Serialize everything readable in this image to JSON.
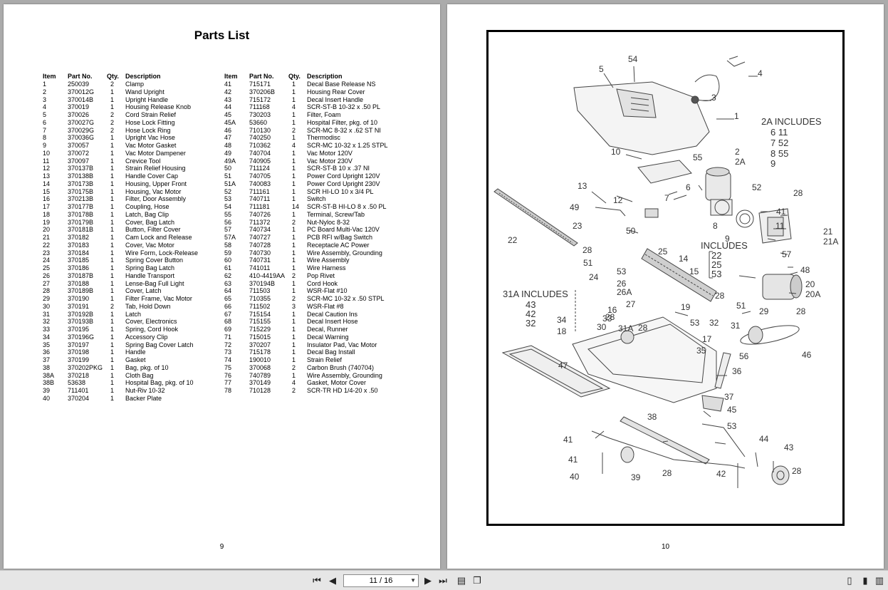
{
  "left_page": {
    "title": "Parts List",
    "page_number": "9",
    "headers": {
      "item": "Item",
      "part": "Part No.",
      "qty": "Qty.",
      "desc": "Description"
    },
    "col_a": [
      [
        "1",
        "250039",
        "2",
        "Clamp"
      ],
      [
        "2",
        "370012G",
        "1",
        "Wand Upright"
      ],
      [
        "3",
        "370014B",
        "1",
        "Upright Handle"
      ],
      [
        "4",
        "370019",
        "1",
        "Housing Release Knob"
      ],
      [
        "5",
        "370026",
        "2",
        "Cord Strain Relief"
      ],
      [
        "6",
        "370027G",
        "2",
        "Hose Lock Fitting"
      ],
      [
        "7",
        "370029G",
        "2",
        "Hose Lock Ring"
      ],
      [
        "8",
        "370036G",
        "1",
        "Upright Vac Hose"
      ],
      [
        "9",
        "370057",
        "1",
        "Vac Motor Gasket"
      ],
      [
        "10",
        "370072",
        "1",
        "Vac Motor Dampener"
      ],
      [
        "11",
        "370097",
        "1",
        "Crevice Tool"
      ],
      [
        "12",
        "370137B",
        "1",
        "Strain Relief Housing"
      ],
      [
        "13",
        "370138B",
        "1",
        "Handle Cover Cap"
      ],
      [
        "14",
        "370173B",
        "1",
        "Housing, Upper Front"
      ],
      [
        "15",
        "370175B",
        "1",
        "Housing, Vac Motor"
      ],
      [
        "16",
        "370213B",
        "1",
        "Filter, Door Assembly"
      ],
      [
        "17",
        "370177B",
        "1",
        "Coupling, Hose"
      ],
      [
        "18",
        "370178B",
        "1",
        "Latch, Bag Clip"
      ],
      [
        "19",
        "370179B",
        "1",
        "Cover, Bag Latch"
      ],
      [
        "20",
        "370181B",
        "1",
        "Button, Filter Cover"
      ],
      [
        "21",
        "370182",
        "1",
        "Cam Lock and Release"
      ],
      [
        "22",
        "370183",
        "1",
        "Cover, Vac Motor"
      ],
      [
        "23",
        "370184",
        "1",
        "Wire Form, Lock-Release"
      ],
      [
        "24",
        "370185",
        "1",
        "Spring Cover Button"
      ],
      [
        "25",
        "370186",
        "1",
        "Spring Bag Latch"
      ],
      [
        "26",
        "370187B",
        "1",
        "Handle Transport"
      ],
      [
        "27",
        "370188",
        "1",
        "Lense-Bag Full Light"
      ],
      [
        "28",
        "370189B",
        "1",
        "Cover, Latch"
      ],
      [
        "29",
        "370190",
        "1",
        "Filter Frame, Vac Motor"
      ],
      [
        "30",
        "370191",
        "2",
        "Tab, Hold Down"
      ],
      [
        "31",
        "370192B",
        "1",
        "Latch"
      ],
      [
        "32",
        "370193B",
        "1",
        "Cover, Electronics"
      ],
      [
        "33",
        "370195",
        "1",
        "Spring, Cord Hook"
      ],
      [
        "34",
        "370196G",
        "1",
        "Accessory Clip"
      ],
      [
        "35",
        "370197",
        "1",
        "Spring Bag Cover Latch"
      ],
      [
        "36",
        "370198",
        "1",
        "Handle"
      ],
      [
        "37",
        "370199",
        "1",
        "Gasket"
      ],
      [
        "38",
        "370202PKG",
        "1",
        "Bag, pkg. of 10"
      ],
      [
        "38A",
        "370218",
        "1",
        "Cloth Bag"
      ],
      [
        "38B",
        "53638",
        "1",
        "Hospital Bag, pkg. of 10"
      ],
      [
        "39",
        "711401",
        "1",
        "Nut-Riv 10-32"
      ],
      [
        "40",
        "370204",
        "1",
        "Backer Plate"
      ]
    ],
    "col_b": [
      [
        "41",
        "715171",
        "1",
        "Decal Base Release NS"
      ],
      [
        "42",
        "370206B",
        "1",
        "Housing Rear Cover"
      ],
      [
        "43",
        "715172",
        "1",
        "Decal Insert Handle"
      ],
      [
        "44",
        "711168",
        "4",
        "SCR-ST-B 10-32 x .50 PL"
      ],
      [
        "45",
        "730203",
        "1",
        "Filter, Foam"
      ],
      [
        "45A",
        "53660",
        "1",
        "Hospital Filter, pkg. of 10"
      ],
      [
        "46",
        "710130",
        "2",
        "SCR-MC 8-32 x .62 ST NI"
      ],
      [
        "47",
        "740250",
        "1",
        "Thermodisc"
      ],
      [
        "48",
        "710362",
        "4",
        "SCR-MC 10-32 x 1.25 STPL"
      ],
      [
        "49",
        "740704",
        "1",
        "Vac Motor 120V"
      ],
      [
        "49A",
        "740905",
        "1",
        "Vac Motor 230V"
      ],
      [
        "50",
        "711124",
        "1",
        "SCR-ST-B 10 x .37 NI"
      ],
      [
        "51",
        "740705",
        "1",
        "Power Cord Upright 120V"
      ],
      [
        "51A",
        "740083",
        "1",
        "Power Cord Upright 230V"
      ],
      [
        "52",
        "711161",
        "1",
        "SCR HI-LO 10 x 3/4 PL"
      ],
      [
        "53",
        "740711",
        "1",
        "Switch"
      ],
      [
        "54",
        "711181",
        "14",
        "SCR-ST-B HI-LO 8 x .50 PL"
      ],
      [
        "55",
        "740726",
        "1",
        "Terminal, Screw/Tab"
      ],
      [
        "56",
        "711372",
        "2",
        "Nut-Nyloc 8-32"
      ],
      [
        "57",
        "740734",
        "1",
        "PC Board Multi-Vac 120V"
      ],
      [
        "57A",
        "740727",
        "1",
        "PCB RFI w/Bag Switch"
      ],
      [
        "58",
        "740728",
        "1",
        "Receptacle AC Power"
      ],
      [
        "59",
        "740730",
        "1",
        "Wire Assembly, Grounding"
      ],
      [
        "60",
        "740731",
        "1",
        "Wire Assembly"
      ],
      [
        "61",
        "741011",
        "1",
        "Wire Harness"
      ],
      [
        "62",
        "410-4419AA",
        "2",
        "Pop Rivet"
      ],
      [
        "63",
        "370194B",
        "1",
        "Cord Hook"
      ],
      [
        "64",
        "711503",
        "1",
        "WSR-Flat #10"
      ],
      [
        "65",
        "710355",
        "2",
        "SCR-MC 10-32 x .50 STPL"
      ],
      [
        "66",
        "711502",
        "3",
        "WSR-Flat #8"
      ],
      [
        "67",
        "715154",
        "1",
        "Decal Caution Ins"
      ],
      [
        "68",
        "715155",
        "1",
        "Decal Insert Hose"
      ],
      [
        "69",
        "715229",
        "1",
        "Decal, Runner"
      ],
      [
        "71",
        "715015",
        "1",
        "Decal Warning"
      ],
      [
        "72",
        "370207",
        "1",
        "Insulator Pad, Vac Motor"
      ],
      [
        "73",
        "715178",
        "1",
        "Decal Bag Install"
      ],
      [
        "74",
        "190010",
        "1",
        "Strain Relief"
      ],
      [
        "75",
        "370068",
        "2",
        "Carbon Brush (740704)"
      ],
      [
        "76",
        "740789",
        "1",
        "Wire Assembly, Grounding"
      ],
      [
        "77",
        "370149",
        "4",
        "Gasket, Motor Cover"
      ],
      [
        "78",
        "710128",
        "2",
        "SCR-TR HD 1/4-20 x .50"
      ]
    ]
  },
  "right_page": {
    "page_number": "10",
    "callouts": [
      "54",
      "5",
      "4",
      "3",
      "1",
      "10",
      "55",
      "2",
      "2A",
      "13",
      "7",
      "6",
      "52",
      "28",
      "12",
      "49",
      "41",
      "11",
      "21",
      "21A",
      "22",
      "23",
      "50",
      "8",
      "9",
      "28",
      "51",
      "25",
      "14",
      "57",
      "48",
      "24",
      "53",
      "15",
      "26",
      "26A",
      "20",
      "20A",
      "28",
      "27",
      "51",
      "16",
      "19",
      "29",
      "28",
      "28",
      "33",
      "53",
      "30",
      "32",
      "31",
      "31A",
      "28",
      "34",
      "18",
      "17",
      "35",
      "46",
      "56",
      "36",
      "47",
      "37",
      "45",
      "38",
      "53",
      "41",
      "44",
      "43",
      "41",
      "39",
      "28",
      "42",
      "28",
      "40"
    ],
    "includes": {
      "a": {
        "title": "2A  INCLUDES",
        "items": [
          "6  11",
          "7  52",
          "8  55",
          "9"
        ]
      },
      "b": {
        "title": "INCLUDES",
        "items": [
          "22",
          "25",
          "53"
        ]
      },
      "c": {
        "title": "31A  INCLUDES",
        "items": [
          "43",
          "42",
          "32"
        ]
      }
    }
  },
  "toolbar": {
    "page_indicator": "11 / 16"
  }
}
